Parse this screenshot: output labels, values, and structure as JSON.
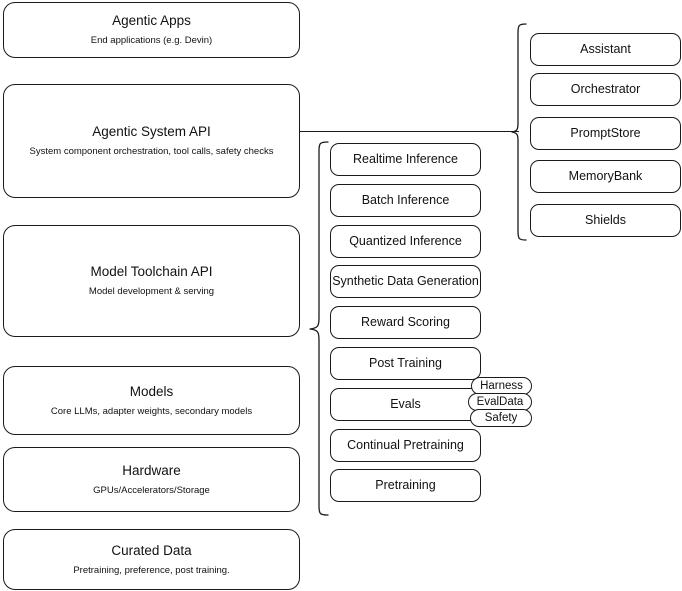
{
  "diagram": {
    "title": "Agentic AI stack layers",
    "stroke_color": "#1a1a1a",
    "background_color": "#ffffff"
  },
  "layers": [
    {
      "name": "agentic-apps",
      "title": "Agentic Apps",
      "subtitle": "End applications (e.g. Devin)"
    },
    {
      "name": "agentic-system-api",
      "title": "Agentic System API",
      "subtitle": "System component orchestration, tool calls, safety checks"
    },
    {
      "name": "model-toolchain-api",
      "title": "Model Toolchain API",
      "subtitle": "Model development & serving"
    },
    {
      "name": "models",
      "title": "Models",
      "subtitle": "Core LLMs, adapter weights, secondary models"
    },
    {
      "name": "hardware",
      "title": "Hardware",
      "subtitle": "GPUs/Accelerators/Storage"
    },
    {
      "name": "curated-data",
      "title": "Curated Data",
      "subtitle": "Pretraining, preference, post training."
    }
  ],
  "toolchain_items": [
    {
      "name": "realtime-inference",
      "label": "Realtime Inference"
    },
    {
      "name": "batch-inference",
      "label": "Batch Inference"
    },
    {
      "name": "quantized-inference",
      "label": "Quantized Inference"
    },
    {
      "name": "synthetic-data-generation",
      "label": "Synthetic Data Generation"
    },
    {
      "name": "reward-scoring",
      "label": "Reward Scoring"
    },
    {
      "name": "post-training",
      "label": "Post Training"
    },
    {
      "name": "evals",
      "label": "Evals"
    },
    {
      "name": "continual-pretraining",
      "label": "Continual Pretraining"
    },
    {
      "name": "pretraining",
      "label": "Pretraining"
    }
  ],
  "system_items": [
    {
      "name": "assistant",
      "label": "Assistant"
    },
    {
      "name": "orchestrator",
      "label": "Orchestrator"
    },
    {
      "name": "promptstore",
      "label": "PromptStore"
    },
    {
      "name": "memorybank",
      "label": "MemoryBank"
    },
    {
      "name": "shields",
      "label": "Shields"
    }
  ],
  "evals_pills": [
    {
      "name": "harness",
      "label": "Harness"
    },
    {
      "name": "evaldata",
      "label": "EvalData"
    },
    {
      "name": "safety",
      "label": "Safety"
    }
  ]
}
